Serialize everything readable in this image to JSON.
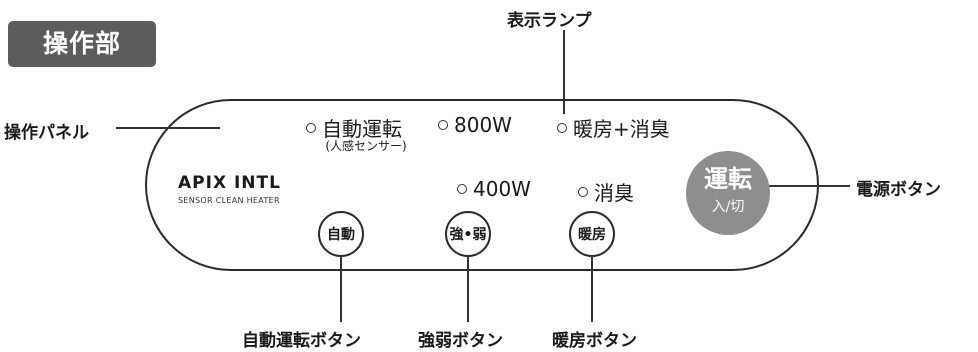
{
  "section_title": "操作部",
  "callouts": {
    "indicator_lamp": "表示ランプ",
    "control_panel": "操作パネル",
    "power_button": "電源ボタン",
    "auto_button": "自動運転ボタン",
    "strength_button": "強弱ボタン",
    "heating_button": "暖房ボタン"
  },
  "indicators": {
    "auto_run": "自動運転",
    "auto_run_sub": "(人感センサー)",
    "w800": "800W",
    "heat_deodorize": "暖房+消臭",
    "w400": "400W",
    "deodorize": "消臭"
  },
  "buttons": {
    "auto": "自動",
    "strength": "強•弱",
    "heating": "暖房",
    "power_main": "運転",
    "power_sub": "入/切"
  },
  "logo": {
    "brand": "APIX INTL",
    "tagline": "SENSOR CLEAN HEATER"
  }
}
